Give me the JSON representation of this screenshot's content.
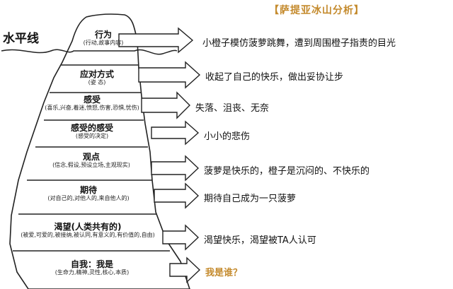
{
  "title": "【萨提亚冰山分析】",
  "waterline_label": "水平线",
  "layers": [
    {
      "name": "行为",
      "sub": "(行动,故事内容)"
    },
    {
      "name": "应对方式",
      "sub": "(姿  态)"
    },
    {
      "name": "感受",
      "sub": "(喜乐,兴奋,着迷,愤怒,伤害,恐惧,忧伤)"
    },
    {
      "name": "感受的感受",
      "sub": "(感受的决定)"
    },
    {
      "name": "观点",
      "sub": "(信念,假设,预设立场,主观现实)"
    },
    {
      "name": "期待",
      "sub": "(对自己的,对他人的,来自他人的)"
    },
    {
      "name": "渴望(人类共有的)",
      "sub": "(被爱,可爱的,被接纳,被认同,有意义的,有价值的,自由)"
    },
    {
      "name": "自我：我是",
      "sub": "(生命力,精神,灵性,核心,本质)"
    }
  ],
  "analysis": [
    "小橙子模仿菠萝跳舞，遭到周围橙子指责的目光",
    "收起了自己的快乐，做出妥协让步",
    "失落、沮丧、无奈",
    "小小的悲伤",
    "菠萝是快乐的，橙子是沉闷的、不快乐的",
    "期待自己成为一只菠萝",
    "渴望快乐，渴望被TA人认可",
    "我是谁？"
  ],
  "colors": {
    "title": "#c48a2c",
    "highlight": "#c48a2c",
    "line": "#222222"
  }
}
